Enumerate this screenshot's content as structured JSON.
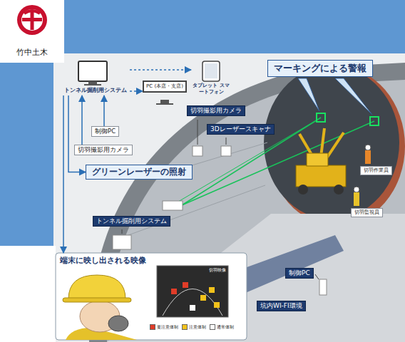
{
  "diagram": {
    "nodes": [
      {
        "text": [
          "トンネル掘削用システム"
        ]
      },
      {
        "text": [
          "タブレット スマートフォン"
        ]
      },
      {
        "text": [
          "PC (本店・支店)"
        ]
      },
      {
        "text": [
          "制御PC"
        ]
      },
      {
        "text": [
          "切羽撮影用カメラ"
        ]
      },
      {
        "text": [
          "切羽撮影用カメラ"
        ]
      },
      {
        "text": [
          "3Dレーザースキャナ"
        ]
      },
      {
        "text": [
          "マーキングによる警報"
        ]
      },
      {
        "text": [
          "グリーンレーザーの照射"
        ]
      },
      {
        "text": [
          "トンネル掘削用システム"
        ]
      },
      {
        "text": [
          "切羽作業員"
        ]
      },
      {
        "text": [
          "切羽監視員"
        ]
      },
      {
        "text": [
          "端末に映し出される映像"
        ]
      },
      {
        "text": [
          "切羽映像"
        ],
        "in": 12
      },
      {
        "text": [
          "制御PC"
        ]
      },
      {
        "text": [
          "坑内WI-FI環境"
        ]
      }
    ],
    "edges": [
      {
        "from": 0,
        "to": 1,
        "arrow": "to"
      },
      {
        "from": 0,
        "to": 2,
        "arrow": "to"
      },
      {
        "from": 3,
        "to": 0,
        "arrow": "to"
      },
      {
        "from": 4,
        "to": 0,
        "arrow": "to"
      },
      {
        "from": 0,
        "to": 8,
        "arrow": "to"
      },
      {
        "from": 0,
        "to": 12,
        "arrow": "to"
      }
    ],
    "labels": [
      "竹中土木"
    ],
    "legend": [
      {
        "text": "要注意体制",
        "color": "#e03c28"
      },
      {
        "text": "注意体制",
        "color": "#f2c21b"
      },
      {
        "text": "通常体制",
        "color": "#ffffff"
      }
    ]
  }
}
